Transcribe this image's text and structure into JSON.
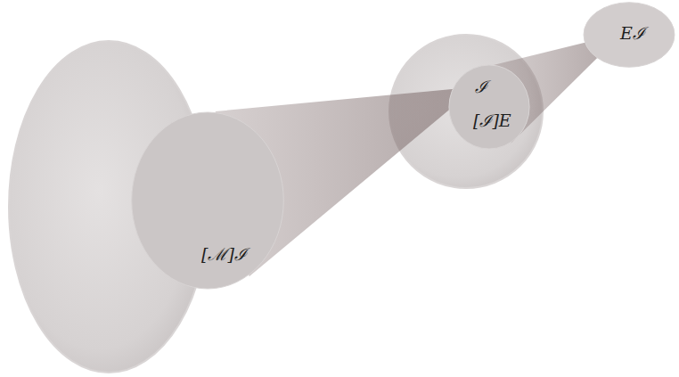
{
  "diagram": {
    "nodes": [
      {
        "text": [
          "[ℳ]ℐ"
        ]
      },
      {
        "text": [
          "ℐ",
          "[ℐ]E"
        ]
      },
      {
        "text": [
          "Eℐ"
        ]
      }
    ],
    "edges": [
      {
        "from": 0,
        "to": 1,
        "arrow": "none"
      },
      {
        "from": 1,
        "to": 2,
        "arrow": "none"
      }
    ]
  }
}
